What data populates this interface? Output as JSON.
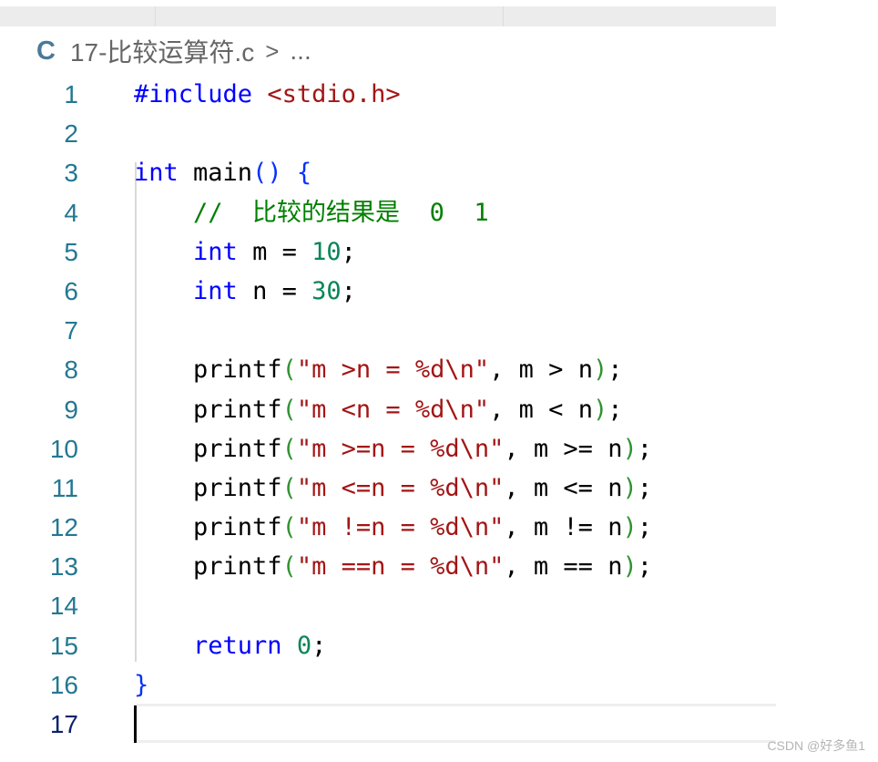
{
  "breadcrumb": {
    "language_icon": "C",
    "file_name": "17-比较运算符.c",
    "separator": ">",
    "ellipsis": "..."
  },
  "editor": {
    "current_line": 17,
    "lines": [
      {
        "n": "1",
        "tokens": [
          {
            "t": "#include ",
            "c": "directive"
          },
          {
            "t": "<stdio.h>",
            "c": "header"
          }
        ]
      },
      {
        "n": "2",
        "tokens": []
      },
      {
        "n": "3",
        "tokens": [
          {
            "t": "int",
            "c": "keyword"
          },
          {
            "t": " main",
            "c": "plain"
          },
          {
            "t": "()",
            "c": "bracket"
          },
          {
            "t": " ",
            "c": "plain"
          },
          {
            "t": "{",
            "c": "bracket"
          }
        ]
      },
      {
        "n": "4",
        "tokens": [
          {
            "t": "    ",
            "c": "plain"
          },
          {
            "t": "//  比较的结果是  0  1",
            "c": "comment"
          }
        ]
      },
      {
        "n": "5",
        "tokens": [
          {
            "t": "    ",
            "c": "plain"
          },
          {
            "t": "int",
            "c": "keyword"
          },
          {
            "t": " m = ",
            "c": "plain"
          },
          {
            "t": "10",
            "c": "number"
          },
          {
            "t": ";",
            "c": "plain"
          }
        ]
      },
      {
        "n": "6",
        "tokens": [
          {
            "t": "    ",
            "c": "plain"
          },
          {
            "t": "int",
            "c": "keyword"
          },
          {
            "t": " n = ",
            "c": "plain"
          },
          {
            "t": "30",
            "c": "number"
          },
          {
            "t": ";",
            "c": "plain"
          }
        ]
      },
      {
        "n": "7",
        "tokens": []
      },
      {
        "n": "8",
        "tokens": [
          {
            "t": "    printf",
            "c": "plain"
          },
          {
            "t": "(",
            "c": "bracket2"
          },
          {
            "t": "\"m >n = %d\\n\"",
            "c": "string"
          },
          {
            "t": ", m > n",
            "c": "plain"
          },
          {
            "t": ")",
            "c": "bracket2"
          },
          {
            "t": ";",
            "c": "plain"
          }
        ]
      },
      {
        "n": "9",
        "tokens": [
          {
            "t": "    printf",
            "c": "plain"
          },
          {
            "t": "(",
            "c": "bracket2"
          },
          {
            "t": "\"m <n = %d\\n\"",
            "c": "string"
          },
          {
            "t": ", m < n",
            "c": "plain"
          },
          {
            "t": ")",
            "c": "bracket2"
          },
          {
            "t": ";",
            "c": "plain"
          }
        ]
      },
      {
        "n": "10",
        "tokens": [
          {
            "t": "    printf",
            "c": "plain"
          },
          {
            "t": "(",
            "c": "bracket2"
          },
          {
            "t": "\"m >=n = %d\\n\"",
            "c": "string"
          },
          {
            "t": ", m >= n",
            "c": "plain"
          },
          {
            "t": ")",
            "c": "bracket2"
          },
          {
            "t": ";",
            "c": "plain"
          }
        ]
      },
      {
        "n": "11",
        "tokens": [
          {
            "t": "    printf",
            "c": "plain"
          },
          {
            "t": "(",
            "c": "bracket2"
          },
          {
            "t": "\"m <=n = %d\\n\"",
            "c": "string"
          },
          {
            "t": ", m <= n",
            "c": "plain"
          },
          {
            "t": ")",
            "c": "bracket2"
          },
          {
            "t": ";",
            "c": "plain"
          }
        ]
      },
      {
        "n": "12",
        "tokens": [
          {
            "t": "    printf",
            "c": "plain"
          },
          {
            "t": "(",
            "c": "bracket2"
          },
          {
            "t": "\"m !=n = %d\\n\"",
            "c": "string"
          },
          {
            "t": ", m != n",
            "c": "plain"
          },
          {
            "t": ")",
            "c": "bracket2"
          },
          {
            "t": ";",
            "c": "plain"
          }
        ]
      },
      {
        "n": "13",
        "tokens": [
          {
            "t": "    printf",
            "c": "plain"
          },
          {
            "t": "(",
            "c": "bracket2"
          },
          {
            "t": "\"m ==n = %d\\n\"",
            "c": "string"
          },
          {
            "t": ", m == n",
            "c": "plain"
          },
          {
            "t": ")",
            "c": "bracket2"
          },
          {
            "t": ";",
            "c": "plain"
          }
        ]
      },
      {
        "n": "14",
        "tokens": []
      },
      {
        "n": "15",
        "tokens": [
          {
            "t": "    ",
            "c": "plain"
          },
          {
            "t": "return",
            "c": "keyword"
          },
          {
            "t": " ",
            "c": "plain"
          },
          {
            "t": "0",
            "c": "number"
          },
          {
            "t": ";",
            "c": "plain"
          }
        ]
      },
      {
        "n": "16",
        "tokens": [
          {
            "t": "}",
            "c": "bracket"
          }
        ]
      },
      {
        "n": "17",
        "tokens": []
      }
    ]
  },
  "watermark": "CSDN @好多鱼1"
}
